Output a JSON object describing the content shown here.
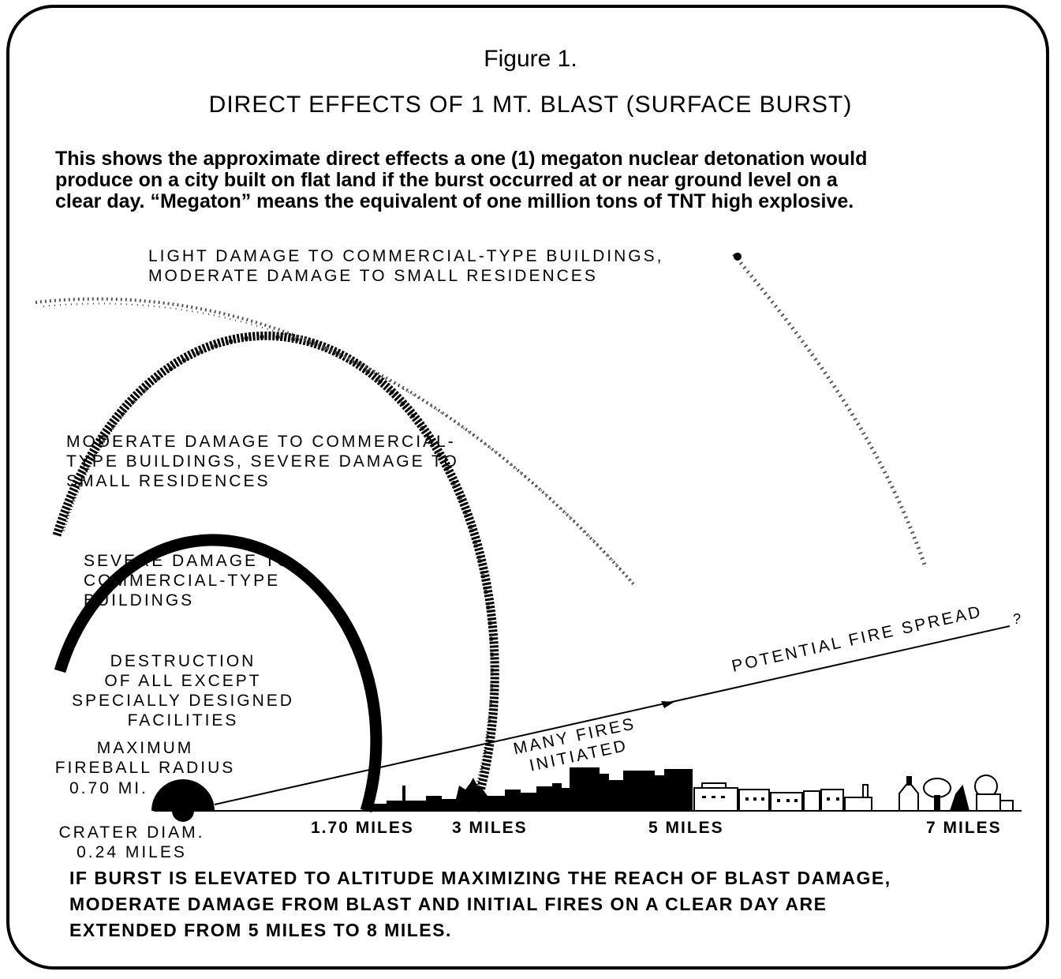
{
  "figure": {
    "label": "Figure 1.",
    "title": "DIRECT EFFECTS OF 1 MT. BLAST (SURFACE BURST)",
    "intro": [
      "This shows the approximate direct effects a one (1) megaton nuclear detonation would",
      "produce on a city built on flat land if the burst occurred at or near ground level on a",
      "clear day. “Megaton” means the equivalent of one million tons of TNT high explosive."
    ]
  },
  "zones": {
    "light": [
      "LIGHT DAMAGE TO COMMERCIAL-TYPE BUILDINGS,",
      "MODERATE DAMAGE TO SMALL RESIDENCES"
    ],
    "moderate": [
      "MODERATE DAMAGE TO COMMERCIAL-",
      "TYPE BUILDINGS, SEVERE DAMAGE TO",
      "SMALL RESIDENCES"
    ],
    "severe": [
      "SEVERE DAMAGE TO",
      "COMMERCIAL-TYPE",
      "BUILDINGS"
    ],
    "destruction": [
      "DESTRUCTION",
      "OF ALL EXCEPT",
      "SPECIALLY DESIGNED",
      "FACILITIES"
    ],
    "fireball": [
      "MAXIMUM",
      "FIREBALL RADIUS",
      "0.70 MI."
    ],
    "crater": [
      "CRATER DIAM.",
      "0.24 MILES"
    ]
  },
  "fire": {
    "many": [
      "MANY FIRES",
      "INITIATED"
    ],
    "spread": "POTENTIAL FIRE SPREAD",
    "question": "?"
  },
  "distances": [
    "1.70 MILES",
    "3 MILES",
    "5 MILES",
    "7 MILES"
  ],
  "footer": [
    "IF BURST IS ELEVATED TO ALTITUDE MAXIMIZING THE REACH OF BLAST DAMAGE,",
    "MODERATE DAMAGE FROM BLAST AND INITIAL FIRES ON A CLEAR DAY ARE",
    "EXTENDED FROM 5 MILES TO 8 MILES."
  ],
  "colors": {
    "ink": "#000000",
    "paper": "#ffffff",
    "speckle": "#555555"
  }
}
